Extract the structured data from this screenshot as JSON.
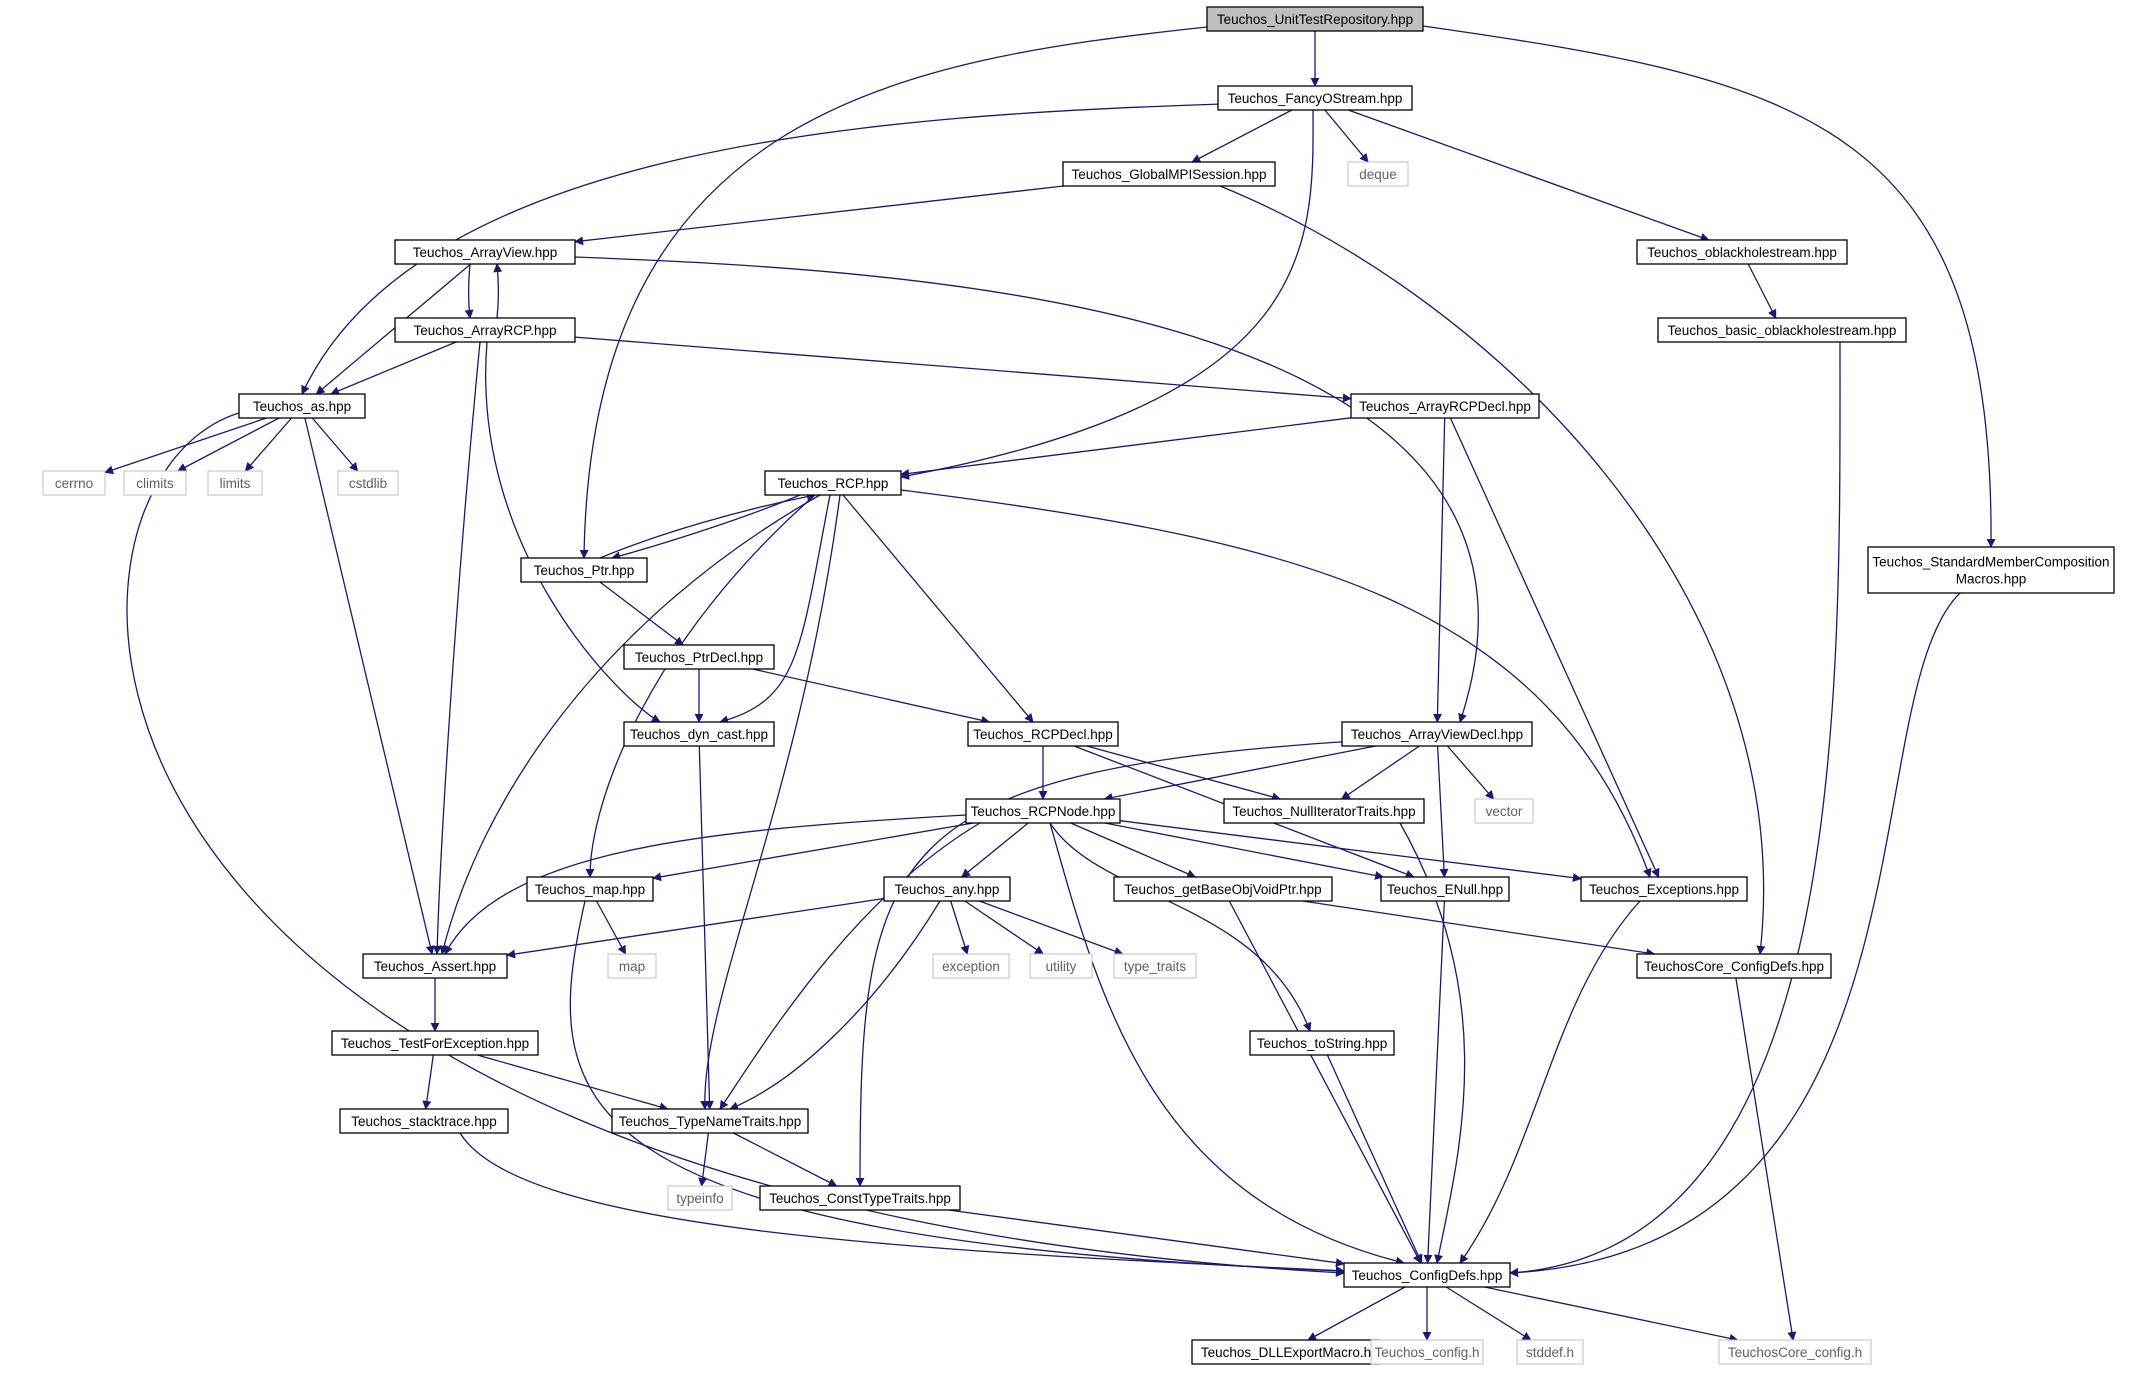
{
  "diagram": {
    "type": "include-dependency-graph",
    "colors": {
      "edge": "#191970",
      "node_border": "#000000",
      "root_fill": "#bfbfbf",
      "external_border": "#bfbfbf",
      "external_text": "#606060"
    },
    "nodes": [
      {
        "id": "unittestrepo",
        "label": "Teuchos_UnitTestRepository.hpp",
        "kind": "root"
      },
      {
        "id": "fancyostream",
        "label": "Teuchos_FancyOStream.hpp",
        "kind": "file"
      },
      {
        "id": "globalmpi",
        "label": "Teuchos_GlobalMPISession.hpp",
        "kind": "file"
      },
      {
        "id": "deque",
        "label": "deque",
        "kind": "external"
      },
      {
        "id": "arrayview",
        "label": "Teuchos_ArrayView.hpp",
        "kind": "file"
      },
      {
        "id": "oblackhole",
        "label": "Teuchos_oblackholestream.hpp",
        "kind": "file"
      },
      {
        "id": "arrayrcp",
        "label": "Teuchos_ArrayRCP.hpp",
        "kind": "file"
      },
      {
        "id": "basicoblack",
        "label": "Teuchos_basic_oblackholestream.hpp",
        "kind": "file"
      },
      {
        "id": "as",
        "label": "Teuchos_as.hpp",
        "kind": "file"
      },
      {
        "id": "arrayrcpdecl",
        "label": "Teuchos_ArrayRCPDecl.hpp",
        "kind": "file"
      },
      {
        "id": "cerrno",
        "label": "cerrno",
        "kind": "external"
      },
      {
        "id": "climits",
        "label": "climits",
        "kind": "external"
      },
      {
        "id": "limits",
        "label": "limits",
        "kind": "external"
      },
      {
        "id": "cstdlib",
        "label": "cstdlib",
        "kind": "external"
      },
      {
        "id": "rcp",
        "label": "Teuchos_RCP.hpp",
        "kind": "file"
      },
      {
        "id": "ptr",
        "label": "Teuchos_Ptr.hpp",
        "kind": "file"
      },
      {
        "id": "stdmember",
        "label": "Teuchos_StandardMemberComposition Macros.hpp",
        "kind": "file"
      },
      {
        "id": "ptrdecl",
        "label": "Teuchos_PtrDecl.hpp",
        "kind": "file"
      },
      {
        "id": "dyncast",
        "label": "Teuchos_dyn_cast.hpp",
        "kind": "file"
      },
      {
        "id": "rcpdecl",
        "label": "Teuchos_RCPDecl.hpp",
        "kind": "file"
      },
      {
        "id": "arrayviewdecl",
        "label": "Teuchos_ArrayViewDecl.hpp",
        "kind": "file"
      },
      {
        "id": "rcpnode",
        "label": "Teuchos_RCPNode.hpp",
        "kind": "file"
      },
      {
        "id": "nulliter",
        "label": "Teuchos_NullIteratorTraits.hpp",
        "kind": "file"
      },
      {
        "id": "vector",
        "label": "vector",
        "kind": "external"
      },
      {
        "id": "map_hpp",
        "label": "Teuchos_map.hpp",
        "kind": "file"
      },
      {
        "id": "any",
        "label": "Teuchos_any.hpp",
        "kind": "file"
      },
      {
        "id": "getbase",
        "label": "Teuchos_getBaseObjVoidPtr.hpp",
        "kind": "file"
      },
      {
        "id": "enull",
        "label": "Teuchos_ENull.hpp",
        "kind": "file"
      },
      {
        "id": "exceptions",
        "label": "Teuchos_Exceptions.hpp",
        "kind": "file"
      },
      {
        "id": "assert",
        "label": "Teuchos_Assert.hpp",
        "kind": "file"
      },
      {
        "id": "map",
        "label": "map",
        "kind": "external"
      },
      {
        "id": "exception",
        "label": "exception",
        "kind": "external"
      },
      {
        "id": "utility",
        "label": "utility",
        "kind": "external"
      },
      {
        "id": "typetraits",
        "label": "type_traits",
        "kind": "external"
      },
      {
        "id": "coreconfigdefs",
        "label": "TeuchosCore_ConfigDefs.hpp",
        "kind": "file"
      },
      {
        "id": "testforexc",
        "label": "Teuchos_TestForException.hpp",
        "kind": "file"
      },
      {
        "id": "tostring",
        "label": "Teuchos_toString.hpp",
        "kind": "file"
      },
      {
        "id": "stacktrace",
        "label": "Teuchos_stacktrace.hpp",
        "kind": "file"
      },
      {
        "id": "typenametraits",
        "label": "Teuchos_TypeNameTraits.hpp",
        "kind": "file"
      },
      {
        "id": "typeinfo",
        "label": "typeinfo",
        "kind": "external"
      },
      {
        "id": "consttypetraits",
        "label": "Teuchos_ConstTypeTraits.hpp",
        "kind": "file"
      },
      {
        "id": "configdefs",
        "label": "Teuchos_ConfigDefs.hpp",
        "kind": "file"
      },
      {
        "id": "dllexport",
        "label": "Teuchos_DLLExportMacro.h",
        "kind": "file"
      },
      {
        "id": "config_h",
        "label": "Teuchos_config.h",
        "kind": "external"
      },
      {
        "id": "stddef",
        "label": "stddef.h",
        "kind": "external"
      },
      {
        "id": "coreconfig_h",
        "label": "TeuchosCore_config.h",
        "kind": "external"
      }
    ],
    "edges": [
      [
        "unittestrepo",
        "fancyostream"
      ],
      [
        "unittestrepo",
        "ptr"
      ],
      [
        "unittestrepo",
        "stdmember"
      ],
      [
        "fancyostream",
        "globalmpi"
      ],
      [
        "fancyostream",
        "deque"
      ],
      [
        "fancyostream",
        "oblackhole"
      ],
      [
        "fancyostream",
        "as"
      ],
      [
        "fancyostream",
        "rcp"
      ],
      [
        "globalmpi",
        "arrayview"
      ],
      [
        "globalmpi",
        "coreconfigdefs"
      ],
      [
        "arrayview",
        "arrayrcp"
      ],
      [
        "arrayview",
        "as"
      ],
      [
        "arrayview",
        "arrayviewdecl"
      ],
      [
        "arrayrcp",
        "arrayview"
      ],
      [
        "arrayrcp",
        "as"
      ],
      [
        "arrayrcp",
        "arrayrcpdecl"
      ],
      [
        "arrayrcp",
        "assert"
      ],
      [
        "arrayrcp",
        "dyncast"
      ],
      [
        "oblackhole",
        "basicoblack"
      ],
      [
        "basicoblack",
        "configdefs"
      ],
      [
        "as",
        "cerrno"
      ],
      [
        "as",
        "climits"
      ],
      [
        "as",
        "limits"
      ],
      [
        "as",
        "cstdlib"
      ],
      [
        "as",
        "assert"
      ],
      [
        "as",
        "configdefs"
      ],
      [
        "arrayrcpdecl",
        "rcp"
      ],
      [
        "arrayrcpdecl",
        "arrayviewdecl"
      ],
      [
        "arrayrcpdecl",
        "exceptions"
      ],
      [
        "rcp",
        "ptr"
      ],
      [
        "rcp",
        "dyncast"
      ],
      [
        "rcp",
        "rcpdecl"
      ],
      [
        "rcp",
        "map_hpp"
      ],
      [
        "rcp",
        "assert"
      ],
      [
        "rcp",
        "typenametraits"
      ],
      [
        "rcp",
        "exceptions"
      ],
      [
        "ptr",
        "rcp"
      ],
      [
        "ptr",
        "ptrdecl"
      ],
      [
        "ptrdecl",
        "dyncast"
      ],
      [
        "ptrdecl",
        "rcpdecl"
      ],
      [
        "dyncast",
        "typenametraits"
      ],
      [
        "rcpdecl",
        "rcpnode"
      ],
      [
        "rcpdecl",
        "nulliter"
      ],
      [
        "rcpdecl",
        "enull"
      ],
      [
        "arrayviewdecl",
        "rcpnode"
      ],
      [
        "arrayviewdecl",
        "nulliter"
      ],
      [
        "arrayviewdecl",
        "vector"
      ],
      [
        "arrayviewdecl",
        "enull"
      ],
      [
        "arrayviewdecl",
        "consttypetraits"
      ],
      [
        "rcpnode",
        "map_hpp"
      ],
      [
        "rcpnode",
        "any"
      ],
      [
        "rcpnode",
        "getbase"
      ],
      [
        "rcpnode",
        "enull"
      ],
      [
        "rcpnode",
        "exceptions"
      ],
      [
        "rcpnode",
        "assert"
      ],
      [
        "rcpnode",
        "typenametraits"
      ],
      [
        "rcpnode",
        "tostring"
      ],
      [
        "rcpnode",
        "configdefs"
      ],
      [
        "nulliter",
        "configdefs"
      ],
      [
        "map_hpp",
        "map"
      ],
      [
        "map_hpp",
        "configdefs"
      ],
      [
        "any",
        "assert"
      ],
      [
        "any",
        "exception"
      ],
      [
        "any",
        "utility"
      ],
      [
        "any",
        "typetraits"
      ],
      [
        "any",
        "typenametraits"
      ],
      [
        "getbase",
        "coreconfigdefs"
      ],
      [
        "getbase",
        "configdefs"
      ],
      [
        "enull",
        "configdefs"
      ],
      [
        "exceptions",
        "configdefs"
      ],
      [
        "assert",
        "testforexc"
      ],
      [
        "testforexc",
        "stacktrace"
      ],
      [
        "testforexc",
        "typenametraits"
      ],
      [
        "stacktrace",
        "configdefs"
      ],
      [
        "typenametraits",
        "typeinfo"
      ],
      [
        "typenametraits",
        "consttypetraits"
      ],
      [
        "consttypetraits",
        "configdefs"
      ],
      [
        "tostring",
        "configdefs"
      ],
      [
        "coreconfigdefs",
        "coreconfig_h"
      ],
      [
        "stdmember",
        "configdefs"
      ],
      [
        "configdefs",
        "dllexport"
      ],
      [
        "configdefs",
        "config_h"
      ],
      [
        "configdefs",
        "stddef"
      ],
      [
        "configdefs",
        "coreconfig_h"
      ]
    ]
  }
}
